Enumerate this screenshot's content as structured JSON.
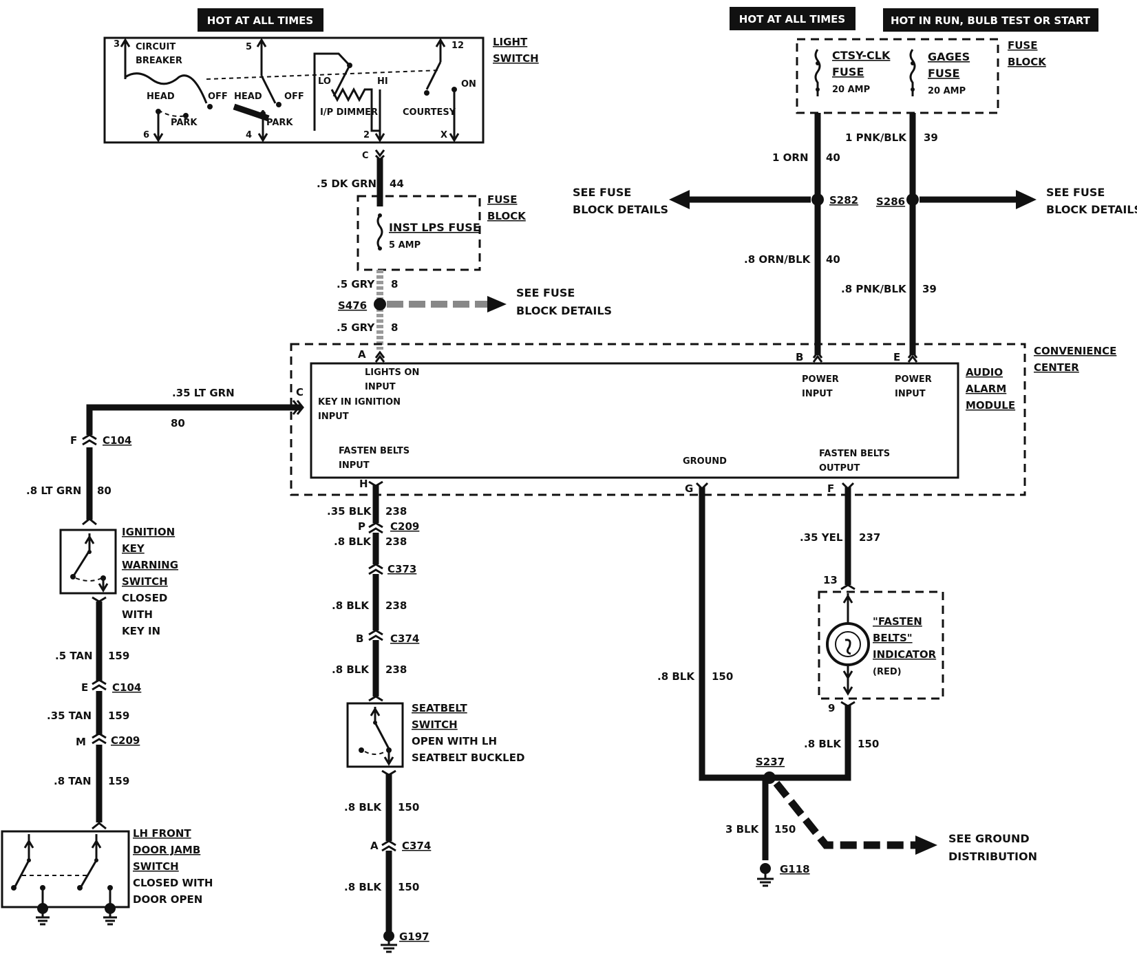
{
  "headers": {
    "hot_left": "HOT AT ALL TIMES",
    "hot_right": "HOT AT ALL TIMES",
    "hot_run": "HOT IN RUN, BULB TEST OR START"
  },
  "light_switch": {
    "title1": "LIGHT",
    "title2": "SWITCH",
    "circuit_breaker1": "CIRCUIT",
    "circuit_breaker2": "BREAKER",
    "head1": "HEAD",
    "off1": "OFF",
    "park1": "PARK",
    "head2": "HEAD",
    "off2": "OFF",
    "park2": "PARK",
    "lo": "LO",
    "hi": "HI",
    "dimmer": "I/P DIMMER",
    "courtesy": "COURTESY",
    "on": "ON",
    "pin3": "3",
    "pin5": "5",
    "pin12": "12",
    "pin6": "6",
    "pin4": "4",
    "pin2": "2",
    "pinx": "X"
  },
  "fuse_block_right": {
    "title1": "FUSE",
    "title2": "BLOCK",
    "ctsy1": "CTSY-CLK",
    "ctsy2": "FUSE",
    "ctsy_amp": "20 AMP",
    "gages1": "GAGES",
    "gages2": "FUSE",
    "gages_amp": "20 AMP"
  },
  "fuse_block_left": {
    "title1": "FUSE",
    "title2": "BLOCK",
    "fuse": "INST LPS FUSE",
    "amp": "5 AMP"
  },
  "wires": {
    "c_pin": "C",
    "dkgrn": ".5 DK GRN",
    "dkgrn_num": "44",
    "gry1": ".5 GRY",
    "gry1_num": "8",
    "s476": "S476",
    "gry2": ".5 GRY",
    "gry2_num": "8",
    "orn": "1 ORN",
    "orn_num": "40",
    "s282": "S282",
    "ornblk": ".8 ORN/BLK",
    "ornblk_num": "40",
    "pnkblk1": "1 PNK/BLK",
    "pnkblk1_num": "39",
    "s286": "S286",
    "pnkblk2": ".8 PNK/BLK",
    "pnkblk2_num": "39",
    "ltgrn": ".35 LT GRN",
    "ltgrn_num": "80",
    "c104_f": "F",
    "c104": "C104",
    "ltgrn8": ".8 LT GRN",
    "ltgrn8_num": "80",
    "tan5": ".5 TAN",
    "tan5_num": "159",
    "c104_e": "E",
    "c104b": "C104",
    "tan35": ".35 TAN",
    "tan35_num": "159",
    "c209_m": "M",
    "c209b": "C209",
    "tan8": ".8 TAN",
    "tan8_num": "159",
    "blk35": ".35 BLK",
    "blk35_num": "238",
    "c209_p": "P",
    "c209": "C209",
    "blk8a": ".8 BLK",
    "blk8a_num": "238",
    "c373": "C373",
    "blk8b": ".8 BLK",
    "blk8b_num": "238",
    "c374_b": "B",
    "c374": "C374",
    "blk8c": ".8 BLK",
    "blk8c_num": "238",
    "blk8d": ".8 BLK",
    "blk8d_num": "150",
    "c374_a": "A",
    "c374b": "C374",
    "blk8e": ".8 BLK",
    "blk8e_num": "150",
    "g197": "G197",
    "blk8g": ".8 BLK",
    "blk8g_num": "150",
    "yel": ".35 YEL",
    "yel_num": "237",
    "pin13": "13",
    "pin9": "9",
    "blk8f": ".8 BLK",
    "blk8f_num": "150",
    "s237": "S237",
    "blk3": "3 BLK",
    "blk3_num": "150",
    "g118": "G118"
  },
  "see_details": {
    "left1": "SEE FUSE",
    "left2": "BLOCK DETAILS",
    "mid1": "SEE FUSE",
    "mid2": "BLOCK DETAILS",
    "right1": "SEE FUSE",
    "right2": "BLOCK DETAILS",
    "ground1": "SEE GROUND",
    "ground2": "DISTRIBUTION"
  },
  "module": {
    "conv1": "CONVENIENCE",
    "conv2": "CENTER",
    "audio1": "AUDIO",
    "audio2": "ALARM",
    "audio3": "MODULE",
    "pin_a": "A",
    "pin_b": "B",
    "pin_e": "E",
    "pin_c": "C",
    "pin_h": "H",
    "pin_g": "G",
    "pin_f": "F",
    "lights_on1": "LIGHTS ON",
    "lights_on2": "INPUT",
    "key1": "KEY IN IGNITION",
    "key2": "INPUT",
    "power1a": "POWER",
    "power1b": "INPUT",
    "power2a": "POWER",
    "power2b": "INPUT",
    "fasten_in1": "FASTEN BELTS",
    "fasten_in2": "INPUT",
    "ground": "GROUND",
    "fasten_out1": "FASTEN BELTS",
    "fasten_out2": "OUTPUT"
  },
  "ignition_switch": {
    "l1": "IGNITION",
    "l2": "KEY",
    "l3": "WARNING",
    "l4": "SWITCH",
    "l5": "CLOSED",
    "l6": "WITH",
    "l7": "KEY IN"
  },
  "door_switch": {
    "l1": "LH FRONT",
    "l2": "DOOR JAMB",
    "l3": "SWITCH",
    "l4": "CLOSED WITH",
    "l5": "DOOR OPEN"
  },
  "seatbelt_switch": {
    "l1": "SEATBELT",
    "l2": "SWITCH",
    "l3": "OPEN WITH LH",
    "l4": "SEATBELT BUCKLED"
  },
  "indicator": {
    "l1": "\"FASTEN",
    "l2": "BELTS\"",
    "l3": "INDICATOR",
    "l4": "(RED)"
  }
}
